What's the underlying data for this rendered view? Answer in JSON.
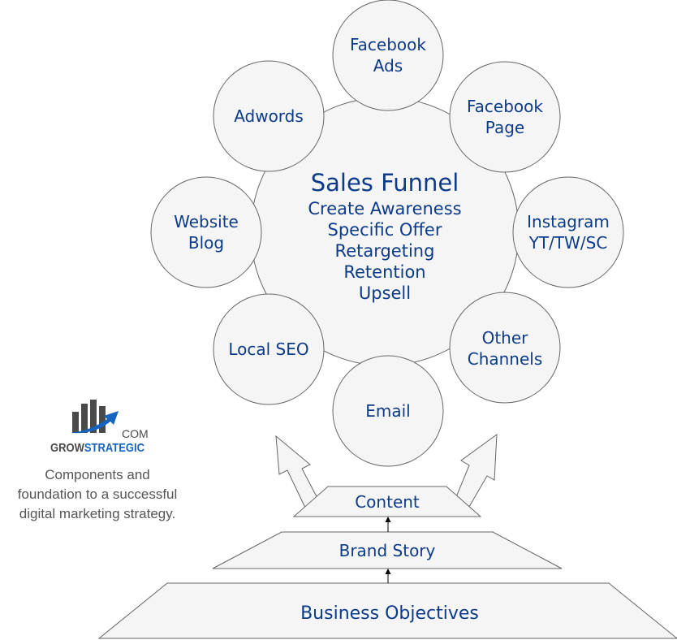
{
  "center": {
    "title": "Sales Funnel",
    "lines": [
      "Create Awareness",
      "Specific Offer",
      "Retargeting",
      "Retention",
      "Upsell"
    ]
  },
  "satellites": [
    {
      "id": "facebook-ads",
      "lines": [
        "Facebook",
        "Ads"
      ]
    },
    {
      "id": "facebook-page",
      "lines": [
        "Facebook",
        "Page"
      ]
    },
    {
      "id": "instagram",
      "lines": [
        "Instagram",
        "YT/TW/SC"
      ]
    },
    {
      "id": "other-channels",
      "lines": [
        "Other",
        "Channels"
      ]
    },
    {
      "id": "email",
      "lines": [
        "Email"
      ]
    },
    {
      "id": "local-seo",
      "lines": [
        "Local SEO"
      ]
    },
    {
      "id": "website-blog",
      "lines": [
        "Website",
        "Blog"
      ]
    },
    {
      "id": "adwords",
      "lines": [
        "Adwords"
      ]
    }
  ],
  "pyramid": {
    "content": "Content",
    "brand_story": "Brand Story",
    "business_objectives": "Business Objectives"
  },
  "logo": {
    "com": "COM",
    "grow": "GROW",
    "strategic": "STRATEGIC"
  },
  "caption": [
    "Components and",
    "foundation to a successful",
    "digital marketing strategy."
  ],
  "colors": {
    "text": "#0c3b8a",
    "fill": "#f5f5f5",
    "stroke": "#666666",
    "logo_dark": "#4a4a4a",
    "logo_blue": "#1565c0"
  }
}
